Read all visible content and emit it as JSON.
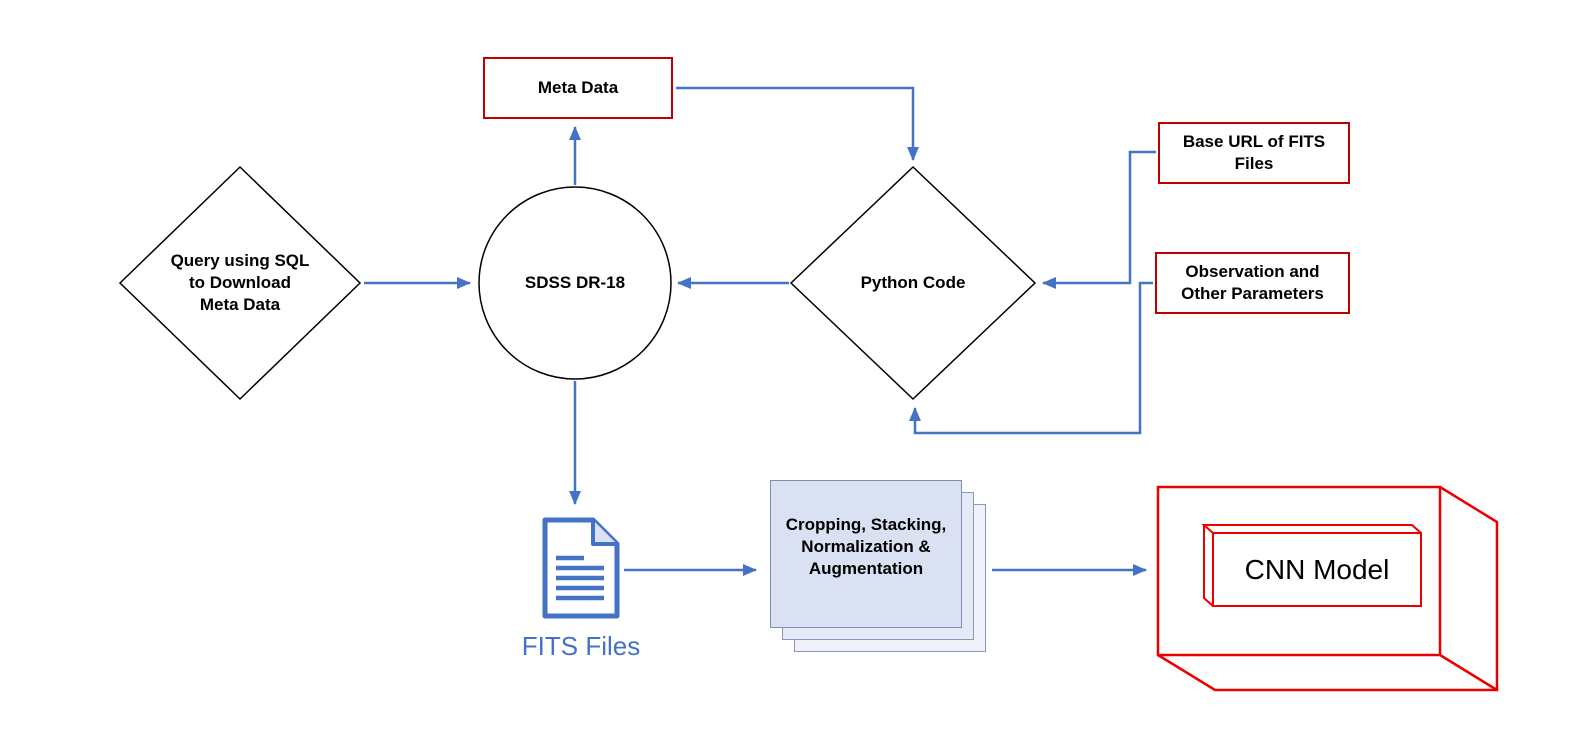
{
  "diagram": {
    "type": "flowchart",
    "background": "#FFFFFF",
    "colors": {
      "arrow_blue": "#4472C4",
      "red_box_border": "#C00000",
      "cnn_box_red": "#EE0000",
      "shape_border_black": "#000000",
      "stack_fill": "#DAE1F2",
      "fits_icon_blue": "#4472C4",
      "text": "#000000"
    },
    "nodes": {
      "query": {
        "shape": "diamond",
        "label": "Query using SQL\nto Download\nMeta Data"
      },
      "sdss": {
        "shape": "circle",
        "label": "SDSS DR-18"
      },
      "meta_data": {
        "shape": "rectangle",
        "label": "Meta Data"
      },
      "python": {
        "shape": "diamond",
        "label": "Python Code"
      },
      "base_url": {
        "shape": "rectangle",
        "label": "Base URL of FITS\nFiles"
      },
      "observation": {
        "shape": "rectangle",
        "label": "Observation and\nOther Parameters"
      },
      "processing": {
        "shape": "stacked-papers",
        "label": "Cropping, Stacking,\nNormalization &\nAugmentation"
      },
      "fits_files": {
        "shape": "document-icon",
        "label": "FITS Files"
      },
      "cnn": {
        "shape": "3d-box",
        "label": "CNN Model"
      }
    },
    "edges": [
      {
        "from": "query",
        "to": "sdss"
      },
      {
        "from": "sdss",
        "to": "meta_data"
      },
      {
        "from": "meta_data",
        "to": "python"
      },
      {
        "from": "python",
        "to": "sdss"
      },
      {
        "from": "base_url",
        "to": "python"
      },
      {
        "from": "observation",
        "to": "python"
      },
      {
        "from": "sdss",
        "to": "fits_files"
      },
      {
        "from": "fits_files",
        "to": "processing"
      },
      {
        "from": "processing",
        "to": "cnn"
      }
    ]
  }
}
